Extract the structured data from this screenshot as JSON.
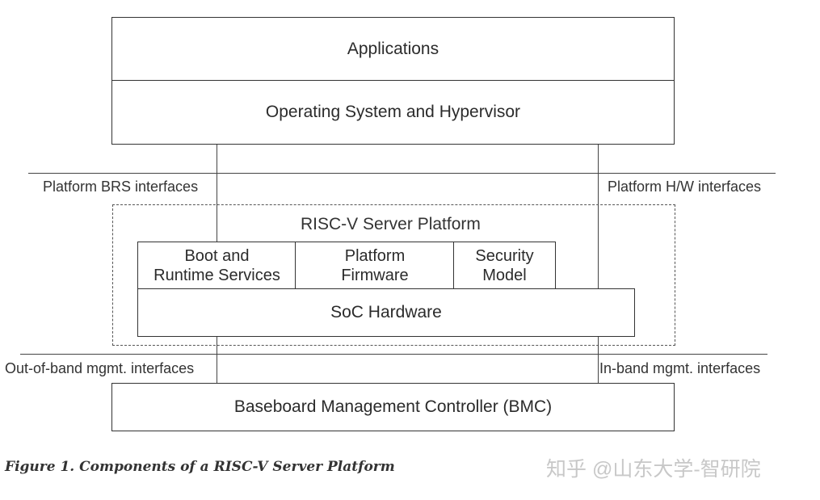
{
  "diagram": {
    "applications": "Applications",
    "os_hypervisor": "Operating System and Hypervisor",
    "platform_brs": "Platform BRS interfaces",
    "platform_hw": "Platform H/W interfaces",
    "server_platform": "RISC-V Server Platform",
    "boot_line1": "Boot and",
    "boot_line2": "Runtime Services",
    "firmware_line1": "Platform",
    "firmware_line2": "Firmware",
    "security_line1": "Security",
    "security_line2": "Model",
    "soc_hardware": "SoC Hardware",
    "out_of_band": "Out-of-band mgmt. interfaces",
    "in_band": "In-band mgmt. interfaces",
    "bmc": "Baseboard Management Controller (BMC)"
  },
  "caption": "Figure 1. Components of a RISC-V Server Platform",
  "watermark": "知乎 @山东大学-智研院"
}
